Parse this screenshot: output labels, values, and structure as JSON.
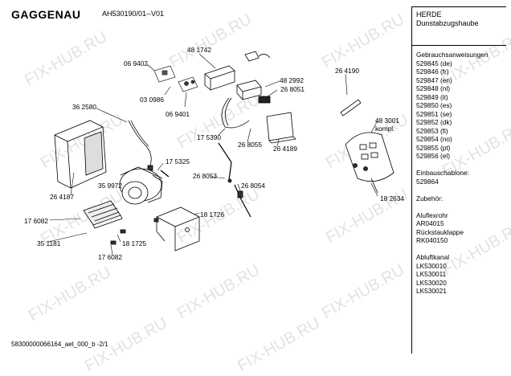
{
  "header": {
    "brand": "GAGGENAU",
    "model": "AH530190/01--V01",
    "category": "HERDE",
    "product": "Dunstabzugshaube"
  },
  "sidebar": {
    "lines": [
      "Gebrauchsanweisungen",
      "529845 (de)",
      "529846 (fr)",
      "529847 (en)",
      "529848 (nl)",
      "529849 (it)",
      "529850 (es)",
      "529851 (se)",
      "529852 (dk)",
      "529853 (fi)",
      "529854 (no)",
      "529855 (pt)",
      "529856 (el)",
      "",
      "Einbauschablone:",
      "529864",
      "",
      "Zubehör:",
      "",
      "Aluflexrohr",
      "AR04015",
      "Rückstauklappe",
      "RK040150",
      "",
      "Abluftkanal",
      "LK530010",
      "LK530011",
      "LK530020",
      "LK530021"
    ]
  },
  "parts": {
    "p069402": "06 9402",
    "p481742": "48 1742",
    "p030986": "03 0986",
    "p069401": "06 9401",
    "p482992": "48 2992",
    "p268051": "26 8051",
    "p264190": "26 4190",
    "p362580": "36 2580",
    "p175390": "17 5390",
    "p268055": "26 8055",
    "p264189": "26 4189",
    "p483001": "48 3001",
    "p_kompl": "kompl.",
    "p175325": "17 5325",
    "p268053": "26 8053",
    "p268054": "26 8054",
    "p264187": "26 4187",
    "p359972": "35 9972",
    "p182634": "18 2634",
    "p176082a": "17 6082",
    "p181726": "18 1726",
    "p351181": "35 1181",
    "p181725": "18 1725",
    "p176082b": "17 6082"
  },
  "footer": "58300000066164_aet_000_b -2/1",
  "watermark": "FIX-HUB.RU"
}
